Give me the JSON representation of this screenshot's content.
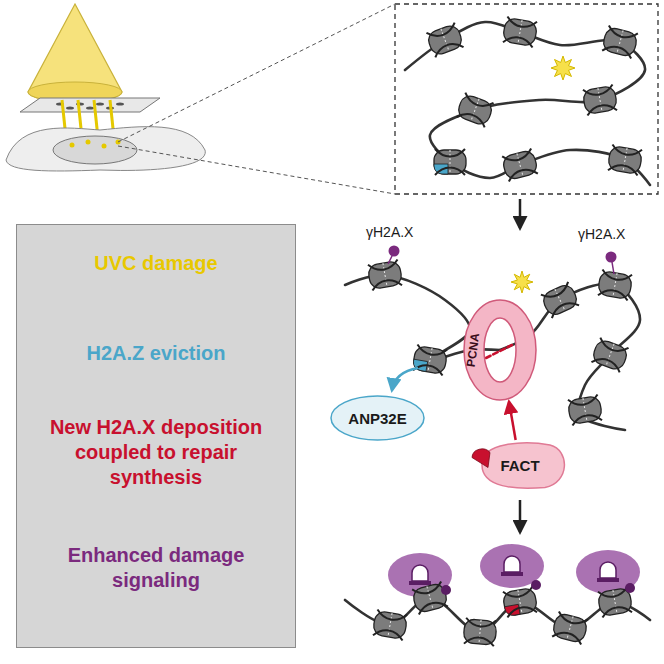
{
  "diagram": {
    "nodes": [
      {
        "text": [
          "UVC damage",
          "H2A.Z eviction",
          "New H2A.X deposition coupled to repair synthesis",
          "Enhanced damage signaling"
        ]
      },
      {
        "text": [
          "PCNA"
        ]
      },
      {
        "text": [
          "ANP32E"
        ]
      },
      {
        "text": [
          "FACT"
        ]
      }
    ],
    "edges": [
      {
        "from": 3,
        "to": 1,
        "arrow": "to"
      }
    ],
    "labels": [
      "γH2A.X",
      "γH2A.X"
    ]
  }
}
